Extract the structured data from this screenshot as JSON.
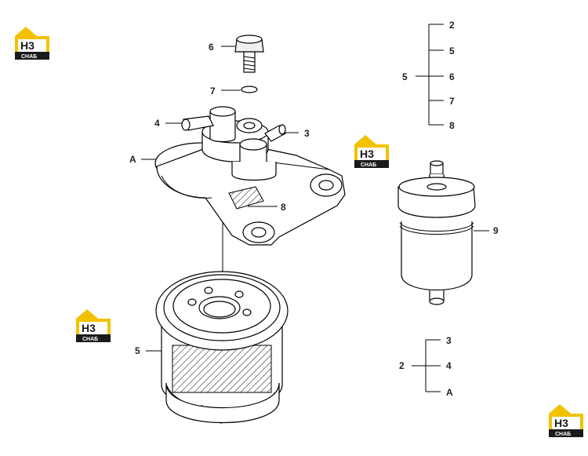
{
  "logo": {
    "mark": "H3",
    "subtitle": "СНАБ",
    "colors": {
      "yellow": "#f2c200",
      "dark": "#1a1a1a",
      "white": "#ffffff"
    }
  },
  "callouts": {
    "p6": "6",
    "p7": "7",
    "p4": "4",
    "p3": "3",
    "pA": "A",
    "p8": "8",
    "p5": "5",
    "p9": "9"
  },
  "tree_top": {
    "root": "5",
    "children": [
      "2",
      "5",
      "6",
      "7",
      "8"
    ]
  },
  "tree_bottom": {
    "root": "2",
    "children": [
      "3",
      "4",
      "A"
    ]
  }
}
